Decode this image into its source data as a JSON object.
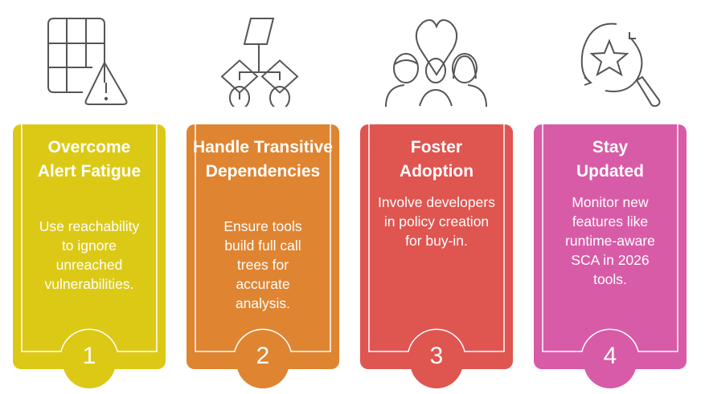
{
  "colors": {
    "step1": "#DCC916",
    "step2": "#DF8431",
    "step3": "#DF5550",
    "step4": "#D85BA7",
    "icon": "#555555"
  },
  "steps": [
    {
      "number": "1",
      "title": "Overcome Alert Fatigue",
      "description": "Use reachability to ignore unreached vulnerabilities.",
      "icon": "grid-warning-icon"
    },
    {
      "number": "2",
      "title": "Handle Transitive Dependencies",
      "description": "Ensure tools build full call trees for accurate analysis.",
      "icon": "flowchart-icon"
    },
    {
      "number": "3",
      "title": "Foster Adoption",
      "description": "Involve developers in policy creation for buy-in.",
      "icon": "people-heart-icon"
    },
    {
      "number": "4",
      "title": "Stay Updated",
      "description": "Monitor new features like runtime-aware SCA in 2026 tools.",
      "icon": "star-search-refresh-icon"
    }
  ]
}
